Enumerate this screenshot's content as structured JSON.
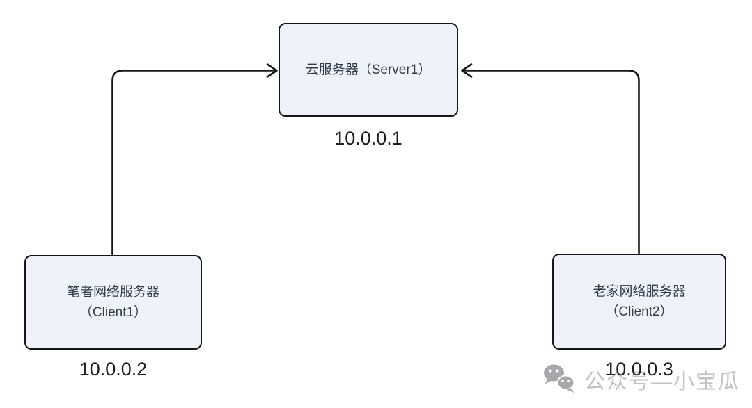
{
  "diagram": {
    "type": "network-topology",
    "nodes": {
      "server1": {
        "label": "云服务器（Server1）",
        "ip": "10.0.0.1"
      },
      "client1": {
        "name": "笔者网络服务器",
        "sub": "（Client1）",
        "ip": "10.0.0.2"
      },
      "client2": {
        "name": "老家网络服务器",
        "sub": "（Client2）",
        "ip": "10.0.0.3"
      }
    },
    "edges": [
      {
        "from": "client1",
        "to": "server1",
        "style": "orthogonal-arrow"
      },
      {
        "from": "client2",
        "to": "server1",
        "style": "orthogonal-arrow"
      }
    ]
  },
  "watermark": {
    "icon": "wechat-icon",
    "text": "公众号—小宝瓜"
  },
  "colors": {
    "background": "#ffffff",
    "node_fill": "#edf2fb",
    "node_border": "#161616",
    "node_text": "#333d47",
    "ip_text": "#1b1d20",
    "arrow": "#161616",
    "watermark_text": "#c2c3c5",
    "watermark_icon": "#a6a8ab"
  }
}
